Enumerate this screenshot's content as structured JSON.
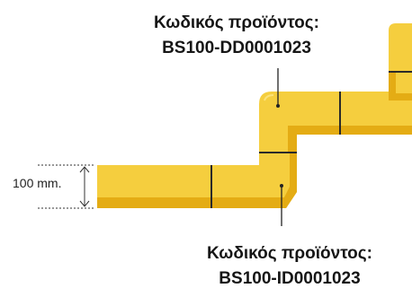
{
  "callout_top": {
    "line1": "Κωδικός προϊόντος:",
    "line2": "BS100-DD0001023"
  },
  "callout_bottom": {
    "line1": "Κωδικός προϊόντος:",
    "line2": "BS100-ID0001023"
  },
  "dimension": {
    "label": "100 mm."
  },
  "colors": {
    "tray_face": "#F5CE3E",
    "tray_side": "#E4AC14",
    "tray_highlight": "#FBE27A",
    "joint": "#2A2A2A",
    "text": "#161616"
  }
}
